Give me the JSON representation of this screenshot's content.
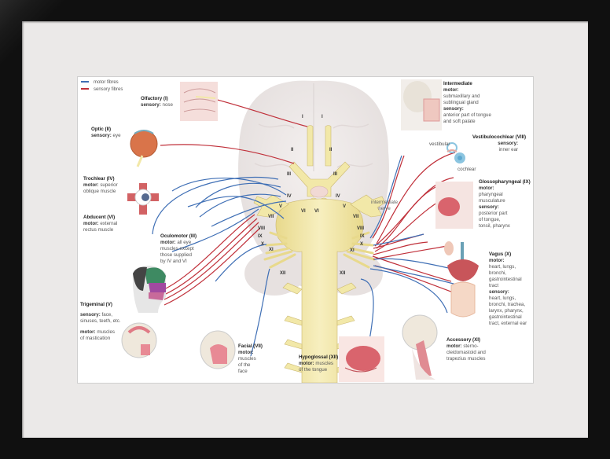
{
  "title": "Cranial nerves",
  "legend": [
    {
      "label": "motor fibres",
      "color": "#3f6fb5"
    },
    {
      "label": "sensory fibres",
      "color": "#c0303a"
    }
  ],
  "colors": {
    "motor": "#3f6fb5",
    "sensory": "#c0303a",
    "nerve": "#f2e8a8",
    "frame": "#141414",
    "mat": "#ebe9e8"
  },
  "nerves": {
    "olfactory": {
      "title": "Olfactory (I)",
      "lines": [
        {
          "k": "sensory:",
          "v": "nose"
        }
      ]
    },
    "optic": {
      "title": "Optic (II)",
      "lines": [
        {
          "k": "sensory:",
          "v": "eye"
        }
      ]
    },
    "trochlear": {
      "title": "Trochlear (IV)",
      "lines": [
        {
          "k": "motor:",
          "v": "superior"
        },
        {
          "k": "",
          "v": "oblique muscle"
        }
      ]
    },
    "abducent": {
      "title": "Abducent (VI)",
      "lines": [
        {
          "k": "motor:",
          "v": "external"
        },
        {
          "k": "",
          "v": "rectus muscle"
        }
      ]
    },
    "oculomotor": {
      "title": "Oculomotor (III)",
      "lines": [
        {
          "k": "motor:",
          "v": "all eye"
        },
        {
          "k": "",
          "v": "muscles except"
        },
        {
          "k": "",
          "v": "those supplied"
        },
        {
          "k": "",
          "v": "by IV and VI"
        }
      ]
    },
    "trigeminal": {
      "title": "Trigeminal (V)",
      "sensory_k": "sensory:",
      "sensory_v1": "face,",
      "sensory_v2": "sinuses, teeth, etc.",
      "motor_k": "motor:",
      "motor_v1": "muscles",
      "motor_v2": "of mastication"
    },
    "facial": {
      "title": "Facial (VII)",
      "lines": [
        {
          "k": "motor:",
          "v": ""
        },
        {
          "k": "",
          "v": "muscles"
        },
        {
          "k": "",
          "v": "of the"
        },
        {
          "k": "",
          "v": "face"
        }
      ]
    },
    "hypoglossal": {
      "title": "Hypoglossal (XII)",
      "lines": [
        {
          "k": "motor:",
          "v": "muscles"
        },
        {
          "k": "",
          "v": "of the tongue"
        }
      ]
    },
    "intermediate": {
      "title": "Intermediate",
      "lines": [
        {
          "k": "motor:",
          "v": ""
        },
        {
          "k": "",
          "v": "submaxillary and"
        },
        {
          "k": "",
          "v": "sublingual gland"
        },
        {
          "k": "sensory:",
          "v": ""
        },
        {
          "k": "",
          "v": "anterior part of tongue"
        },
        {
          "k": "",
          "v": "and soft palate"
        }
      ]
    },
    "vestibulocochlear": {
      "title": "Vestibulocochlear (VIII)",
      "sub_k": "sensory:",
      "sub_v": "inner ear",
      "vestibular": "vestibular",
      "cochlear": "cochlear"
    },
    "glossopharyngeal": {
      "title": "Glossopharyngeal (IX)",
      "lines": [
        {
          "k": "motor:",
          "v": ""
        },
        {
          "k": "",
          "v": "pharyngeal"
        },
        {
          "k": "",
          "v": "musculature"
        },
        {
          "k": "sensory:",
          "v": ""
        },
        {
          "k": "",
          "v": "posterior part"
        },
        {
          "k": "",
          "v": "of tongue,"
        },
        {
          "k": "",
          "v": "tonsil, pharynx"
        }
      ]
    },
    "vagus": {
      "title": "Vagus (X)",
      "lines": [
        {
          "k": "motor:",
          "v": ""
        },
        {
          "k": "",
          "v": "heart, lungs,"
        },
        {
          "k": "",
          "v": "bronchi,"
        },
        {
          "k": "",
          "v": "gastrointestinal"
        },
        {
          "k": "",
          "v": "tract"
        },
        {
          "k": "sensory:",
          "v": ""
        },
        {
          "k": "",
          "v": "heart, lungs,"
        },
        {
          "k": "",
          "v": "bronchi, trachea,"
        },
        {
          "k": "",
          "v": "larynx, pharynx,"
        },
        {
          "k": "",
          "v": "gastrointestinal"
        },
        {
          "k": "",
          "v": "tract, external ear"
        }
      ]
    },
    "accessory": {
      "title": "Accessory (XI)",
      "lines": [
        {
          "k": "motor:",
          "v": "sterno-"
        },
        {
          "k": "",
          "v": "cleidomastoid and"
        },
        {
          "k": "",
          "v": "trapezius muscles"
        }
      ]
    }
  },
  "intermediate_nerve_label": [
    "intermediate",
    "nerve"
  ],
  "roman_left": [
    "I",
    "II",
    "III",
    "IV",
    "V",
    "VI",
    "VII",
    "VIII",
    "IX",
    "X",
    "XI",
    "XII"
  ],
  "roman_right": [
    "I",
    "II",
    "III",
    "IV",
    "V",
    "VI",
    "VII",
    "VIII",
    "IX",
    "X",
    "XI",
    "XII"
  ]
}
